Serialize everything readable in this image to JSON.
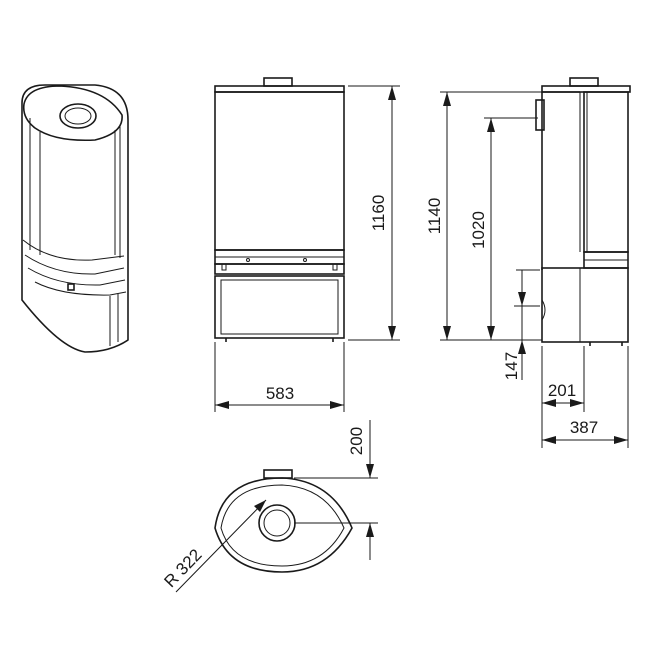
{
  "dimensions": {
    "front_width": "583",
    "front_height": "1160",
    "side_height_total": "1140",
    "side_height_flue": "1020",
    "side_height_base": "147",
    "side_depth_flue": "201",
    "side_depth_total": "387",
    "top_offset": "200",
    "radius": "R 322"
  }
}
